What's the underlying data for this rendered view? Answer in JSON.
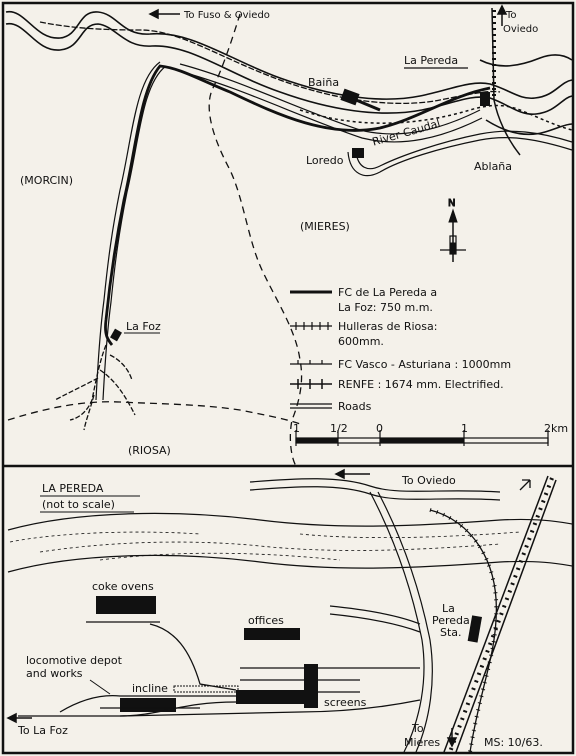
{
  "top_map": {
    "places": {
      "fuso_oviedo": "To Fuso & Oviedo",
      "to": "To",
      "oviedo": "Oviedo",
      "la_pereda": "La Pereda",
      "baina": "Baiña",
      "river": "River Caudal",
      "loredo": "Loredo",
      "ablana": "Ablaña",
      "morcin": "(MORCIN)",
      "mieres": "(MIERES)",
      "la_foz": "La Foz",
      "riosa": "(RIOSA)"
    },
    "north": "N",
    "legend": [
      {
        "line1": "FC de La Pereda a",
        "line2": "La Foz: 750 m.m."
      },
      {
        "line1": "Hulleras de Riosa:",
        "line2": "600mm."
      },
      {
        "line1": "FC Vasco - Asturiana : 1000mm"
      },
      {
        "line1": "RENFE : 1674 mm. Electrified."
      },
      {
        "line1": "Roads"
      }
    ],
    "scale": {
      "t1": "1",
      "t2": "1/2",
      "t3": "0",
      "t4": "1",
      "t5": "2km"
    }
  },
  "bottom_map": {
    "title": "LA PEREDA",
    "subtitle": "(not to scale)",
    "to_oviedo": "To Oviedo",
    "coke_ovens": "coke ovens",
    "offices": "offices",
    "la_pereda_sta_1": "La",
    "la_pereda_sta_2": "Pereda",
    "la_pereda_sta_3": "Sta.",
    "loco_1": "locomotive depot",
    "loco_2": "and works",
    "incline": "incline",
    "screens": "screens",
    "to_la_foz": "To La Foz",
    "to_mieres_1": "To",
    "to_mieres_2": "Mieres",
    "credit": "MS: 10/63."
  }
}
